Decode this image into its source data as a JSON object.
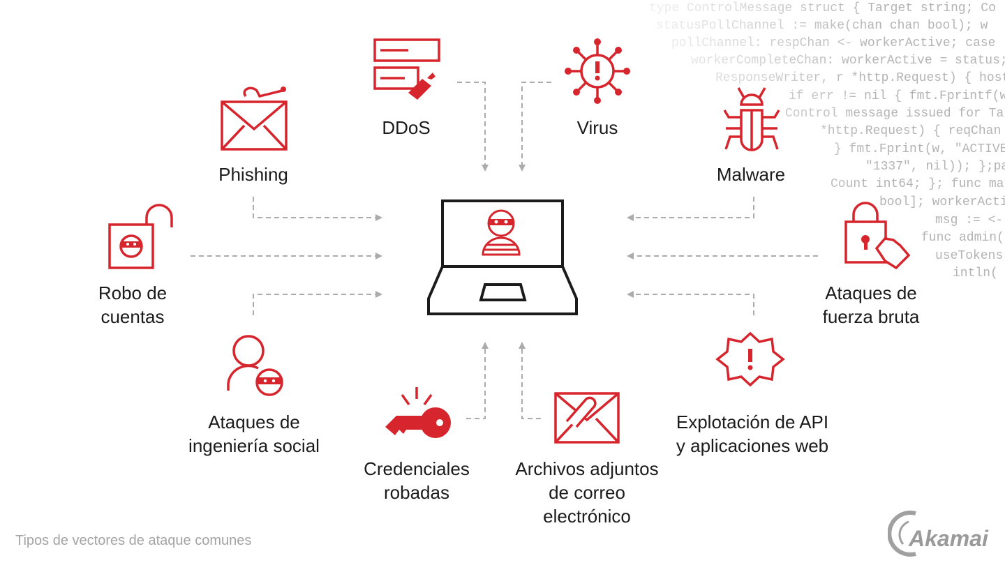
{
  "background_code": [
    "type ControlMessage struct { Target string; Co",
    "statusPollChannel := make(chan chan bool); w",
    "pollChannel: respChan <- workerActive; case",
    "workerCompleteChan: workerActive = status;",
    "ResponseWriter, r *http.Request) { hostTok",
    "if err != nil { fmt.Fprintf(w,",
    "Control message issued for Ta",
    "*http.Request) { reqChan",
    "} fmt.Fprint(w, \"ACTIVE\"",
    "\"1337\", nil)); };pa",
    "Count int64; }; func ma",
    "bool]; workerActi",
    "msg := <-",
    "func admin(",
    "useTokens",
    "intln("
  ],
  "vectors": {
    "ddos": "DDoS",
    "virus": "Virus",
    "phishing": "Phishing",
    "malware": "Malware",
    "account_theft": [
      "Robo de",
      "cuentas"
    ],
    "brute_force": [
      "Ataques de",
      "fuerza bruta"
    ],
    "social_engineering": [
      "Ataques de",
      "ingeniería social"
    ],
    "api_exploit": [
      "Explotación de API",
      "y aplicaciones web"
    ],
    "stolen_credentials": [
      "Credenciales",
      "robadas"
    ],
    "email_attachments": [
      "Archivos adjuntos",
      "de correo",
      "electrónico"
    ]
  },
  "caption": "Tipos de vectores de ataque comunes",
  "logo": "Akamai",
  "colors": {
    "accent": "#d7252d",
    "arrow": "#ababab",
    "text": "#1b1b1b"
  }
}
